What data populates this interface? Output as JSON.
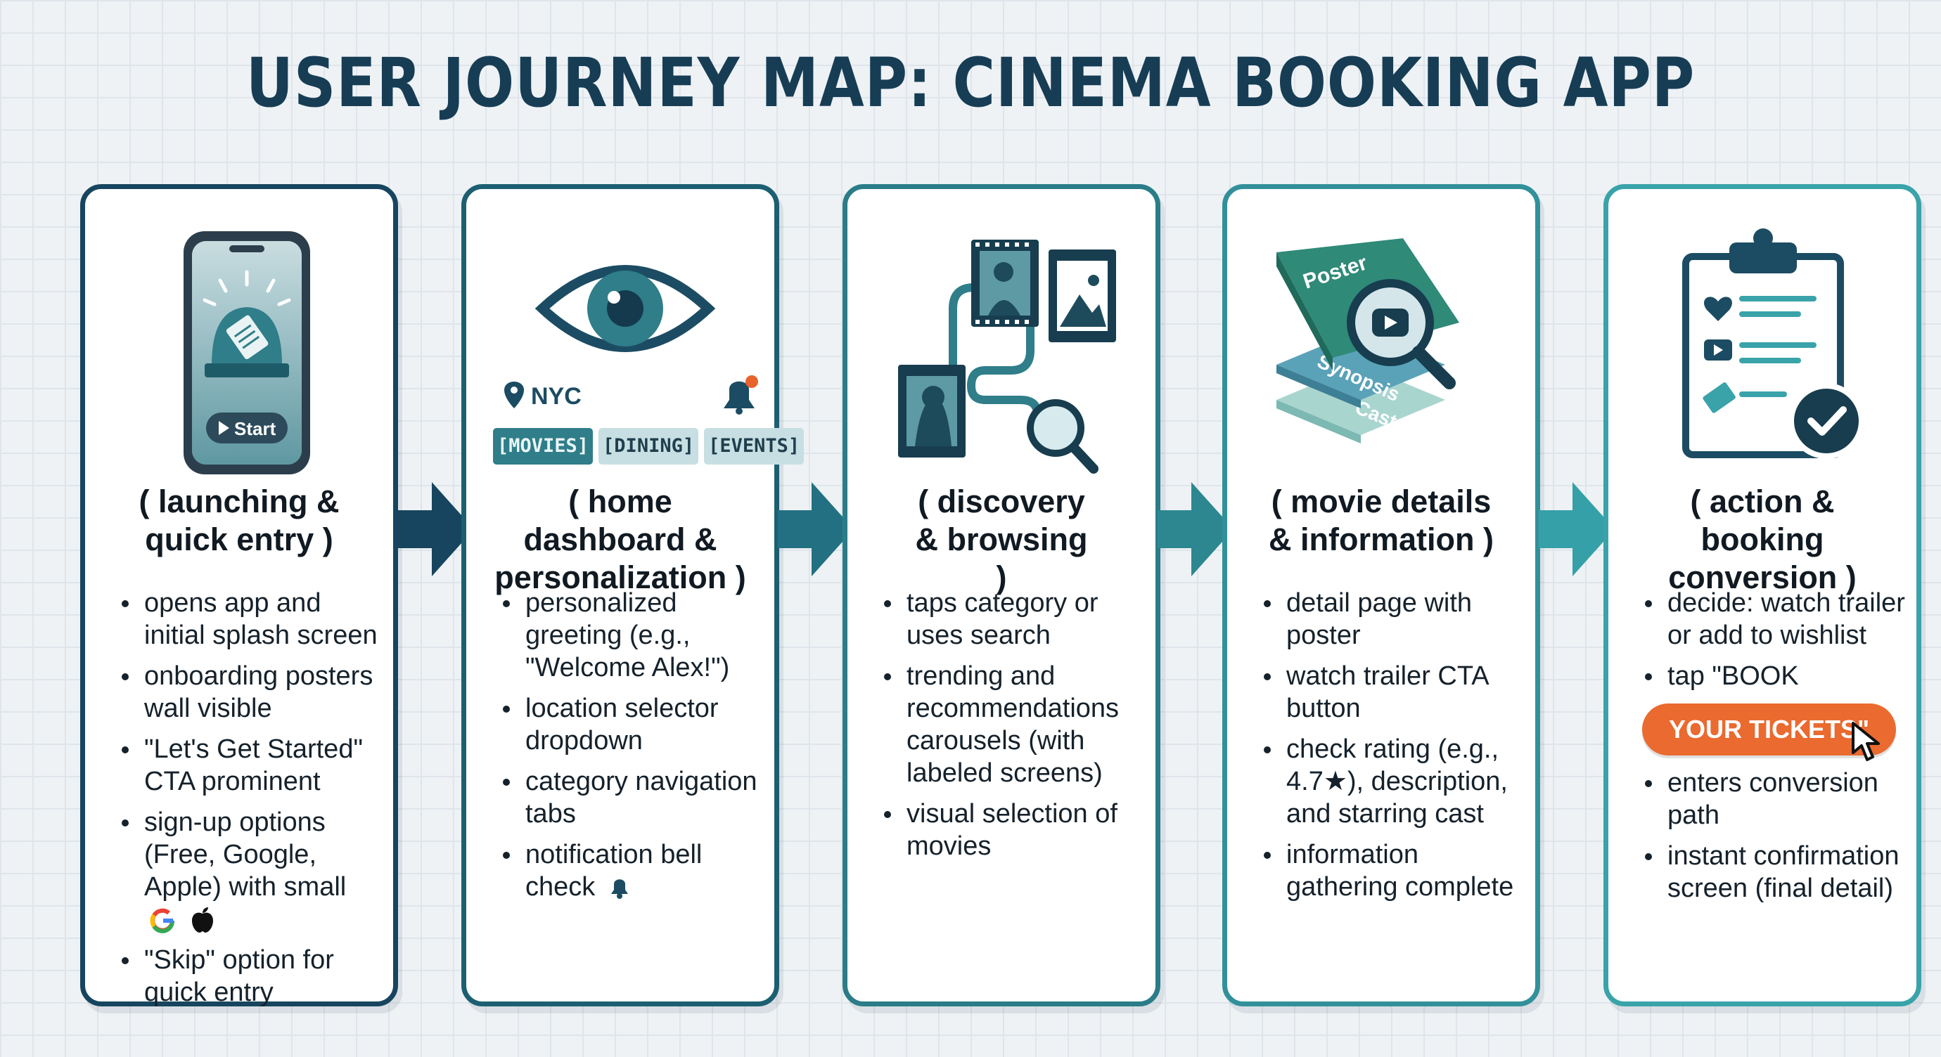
{
  "title": "USER JOURNEY MAP: CINEMA BOOKING APP",
  "stages": [
    {
      "label": "( launching & quick entry )",
      "icon_text": "Start",
      "bullets": [
        "opens app and initial splash screen",
        "onboarding posters wall visible",
        "\"Let's Get Started\" CTA prominent",
        "sign-up options (Free, Google, Apple) with small",
        "\"Skip\" option for quick entry"
      ]
    },
    {
      "label": "( home dashboard & personalization )",
      "location": "NYC",
      "tabs": [
        "[MOVIES]",
        "[DINING]",
        "[EVENTS]"
      ],
      "bullets": [
        "personalized greeting (e.g., \"Welcome Alex!\")",
        "location selector dropdown",
        "category navigation tabs",
        "notification bell check"
      ]
    },
    {
      "label": "( discovery & browsing )",
      "bullets": [
        "taps category or uses search",
        "trending and recommendations carousels (with labeled screens)",
        "visual selection of movies"
      ]
    },
    {
      "label": "( movie details & information )",
      "layers": [
        "Poster",
        "Synopsis",
        "Cast"
      ],
      "bullets": [
        "detail page with poster",
        "watch trailer CTA button",
        "check rating (e.g., 4.7★), description, and starring cast",
        "information gathering complete"
      ]
    },
    {
      "label": "( action & booking conversion )",
      "bullets": [
        "decide: watch trailer or add to wishlist",
        "tap \"BOOK",
        "enters conversion path",
        "instant confirmation screen (final detail)"
      ],
      "cta_button": "YOUR TICKETS\""
    }
  ],
  "colors": {
    "title": "#173d55",
    "stage1": "#17455f",
    "stage2": "#1c5f72",
    "stage3": "#2a7d88",
    "stage4": "#32909a",
    "stage5": "#3aa3aa",
    "cta": "#ea6a2f"
  }
}
